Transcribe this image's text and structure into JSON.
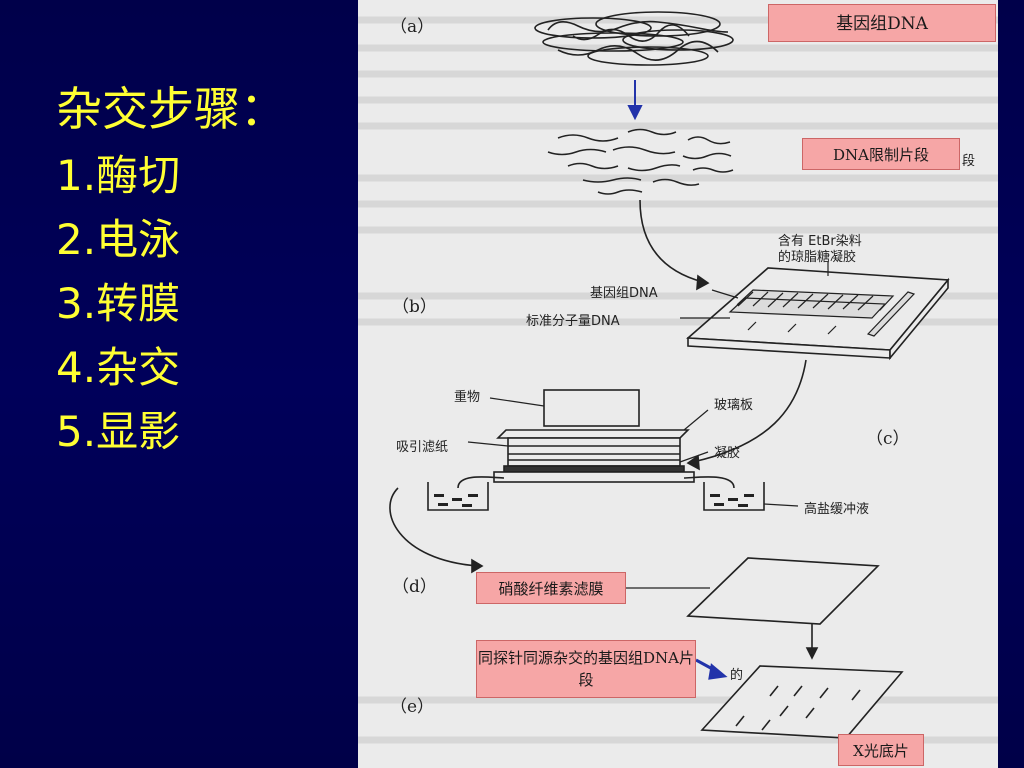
{
  "steps": {
    "heading": "杂交步骤：",
    "items": [
      "1.酶切",
      "2.电泳",
      "3.转膜",
      "4.杂交",
      "5.显影"
    ]
  },
  "figure": {
    "panel_labels": {
      "a": "（a）",
      "b": "（b）",
      "c": "（c）",
      "d": "（d）",
      "e": "（e）"
    },
    "callouts": {
      "genomic_dna": "基因组DNA",
      "restriction_fragments": "DNA限制片段",
      "nitrocellulose": "硝酸纤维素滤膜",
      "hybridized_fragment": "同探针同源杂交的基因组DNA片段",
      "xray_film": "X光底片"
    },
    "labels": {
      "gel_line1": "含有 EtBr染料",
      "gel_line2": "的琼脂糖凝胶",
      "genomic_dna": "基因组DNA",
      "marker_dna": "标准分子量DNA",
      "weight": "重物",
      "glass_plate": "玻璃板",
      "blotting_paper": "吸引滤纸",
      "gel": "凝胶",
      "high_salt_buffer": "高盐缓冲液",
      "fragment_suffix": "段",
      "de": "的"
    }
  },
  "colors": {
    "background": "#00004a",
    "title": "#ffff33",
    "callout": "#f6a6a6",
    "arrow": "#2233aa"
  }
}
